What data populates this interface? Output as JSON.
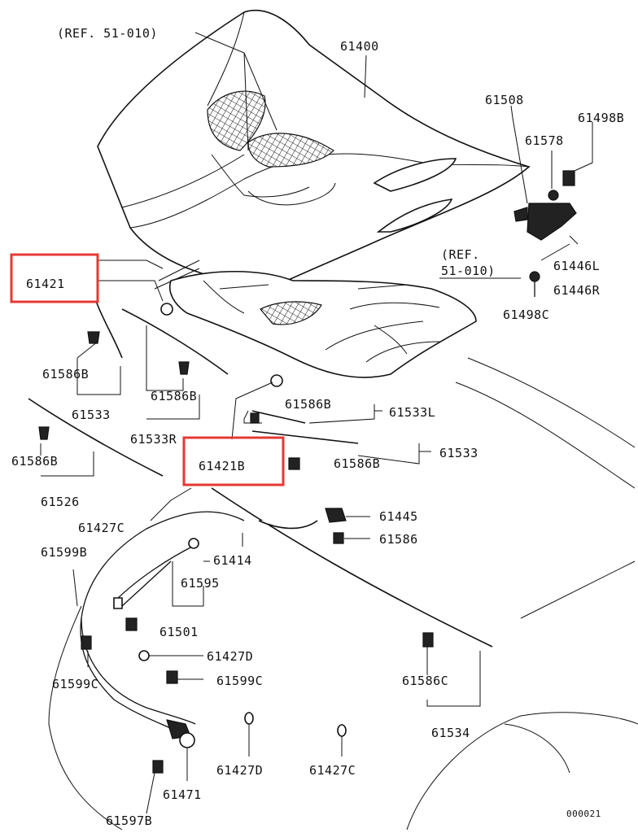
{
  "labels": {
    "ref_top": "(REF. 51-010)",
    "l61400": "61400",
    "l61508": "61508",
    "l61498b": "61498B",
    "l61578": "61578",
    "ref_mid_1": "(REF.",
    "ref_mid_2": "51-010)",
    "l61446l": "61446L",
    "l61446r": "61446R",
    "l61498c": "61498C",
    "l61421": "61421",
    "l61586b_1": "61586B",
    "l61533_1": "61533",
    "l61586b_2": "61586B",
    "l61533r": "61533R",
    "l61586b_3": "61586B",
    "l61533l": "61533L",
    "l61586b_4": "61586B",
    "l61526": "61526",
    "l61421b": "61421B",
    "l61586b_5": "61586B",
    "l61533_2": "61533",
    "l61427c_1": "61427C",
    "l61445": "61445",
    "l61586": "61586",
    "l61599b": "61599B",
    "l61414": "61414",
    "l61595": "61595",
    "l61501": "61501",
    "l61427d_1": "61427D",
    "l61599c_1": "61599C",
    "l61599c_2": "61599C",
    "l61586c": "61586C",
    "l61534": "61534",
    "l61427d_2": "61427D",
    "l61427c_2": "61427C",
    "l61471": "61471",
    "l61597b": "61597B",
    "code": "000021"
  },
  "highlight_color": "#e53935"
}
